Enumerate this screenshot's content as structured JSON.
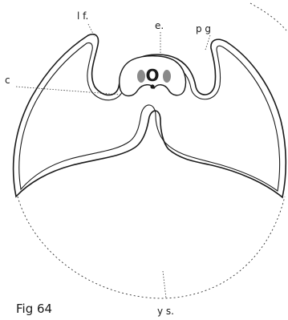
{
  "figure": {
    "caption": "Fig 64",
    "labels": {
      "lf": "l f.",
      "e": "e.",
      "pg": "p g",
      "c": "c",
      "ys": "y s."
    },
    "center_letter": "O",
    "ink_color": "#1a1a1a",
    "fill_color": "#ffffff",
    "spot_color": "#8a8a8a"
  }
}
